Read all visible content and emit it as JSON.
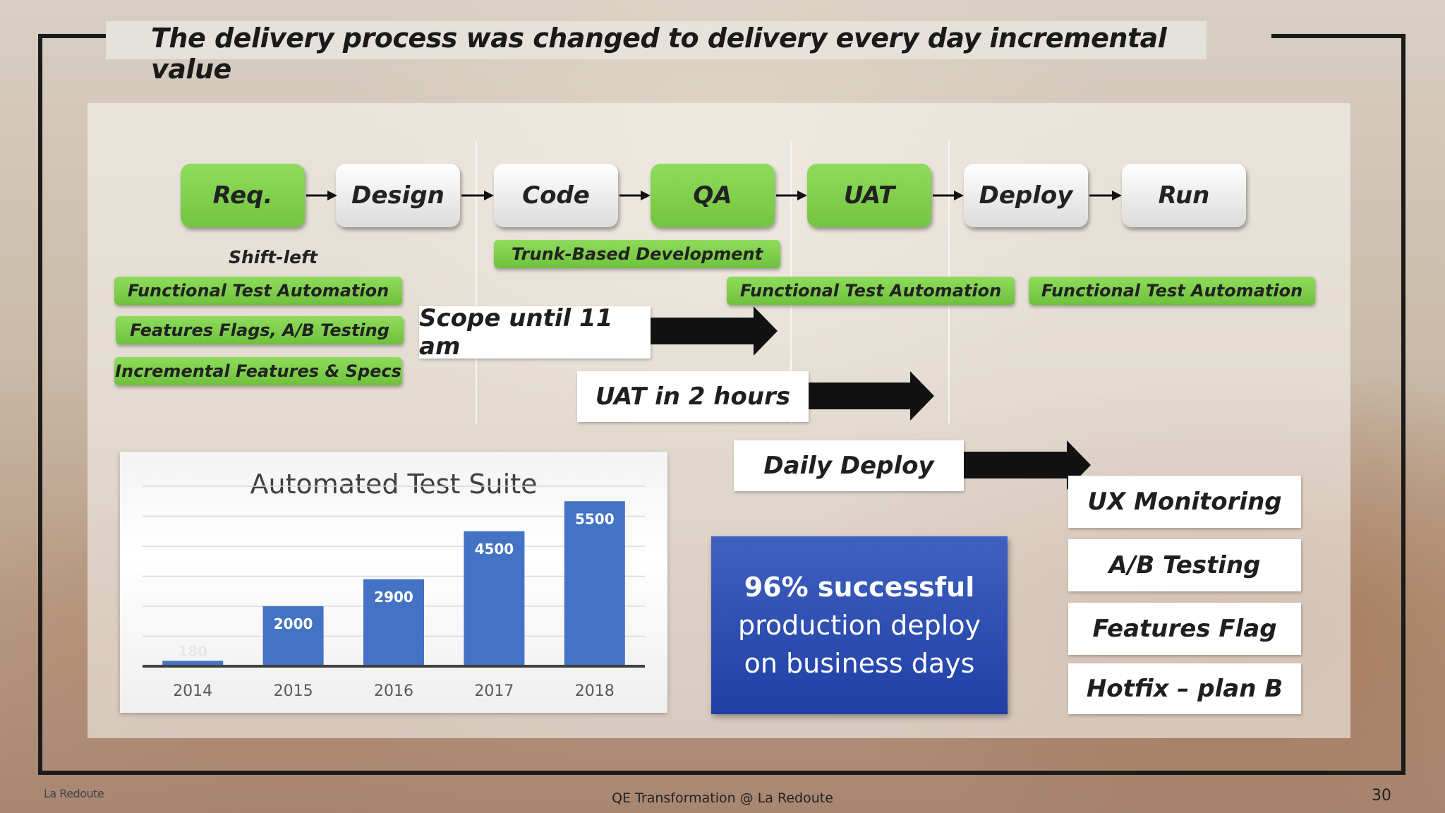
{
  "title": "The delivery process was changed to delivery every day incremental value",
  "stages": [
    {
      "label": "Req.",
      "style": "green"
    },
    {
      "label": "Design",
      "style": "gray"
    },
    {
      "label": "Code",
      "style": "gray"
    },
    {
      "label": "QA",
      "style": "green"
    },
    {
      "label": "UAT",
      "style": "green"
    },
    {
      "label": "Deploy",
      "style": "gray"
    },
    {
      "label": "Run",
      "style": "gray"
    }
  ],
  "shift_left_label": "Shift-left",
  "trunk_label": "Trunk-Based Development",
  "req_tags": [
    "Functional Test Automation",
    "Features Flags, A/B Testing",
    "Incremental Features & Specs"
  ],
  "uat_tag": "Functional Test Automation",
  "run_tag": "Functional Test Automation",
  "callouts": {
    "scope": "Scope until 11 am",
    "uat": "UAT in 2 hours",
    "deploy": "Daily Deploy"
  },
  "run_items": [
    "UX Monitoring",
    "A/B Testing",
    "Features Flag",
    "Hotfix – plan B"
  ],
  "stat": {
    "line1": "96% successful",
    "line2": "production deploy",
    "line3": "on business days"
  },
  "chart_data": {
    "type": "bar",
    "title": "Automated Test Suite",
    "categories": [
      "2014",
      "2015",
      "2016",
      "2017",
      "2018"
    ],
    "values": [
      180,
      2000,
      2900,
      4500,
      5500
    ],
    "xlabel": "",
    "ylabel": "",
    "ylim": [
      0,
      6000
    ],
    "grid": true,
    "bar_color": "#4472c4"
  },
  "colors": {
    "green": "#7ccb48",
    "blue_box": "#2a4db3",
    "bar": "#4472c4"
  },
  "footer": {
    "logo": "La Redoute",
    "center": "QE Transformation @ La Redoute",
    "page": "30"
  }
}
